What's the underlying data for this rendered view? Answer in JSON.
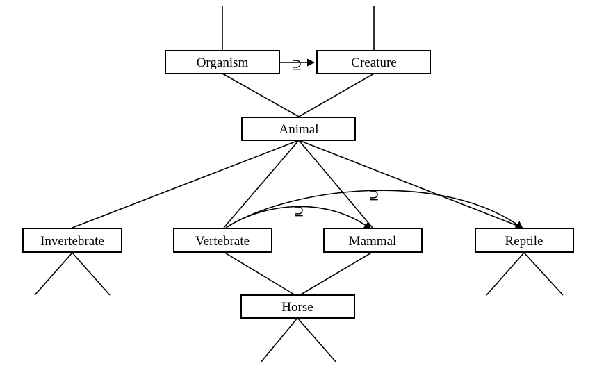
{
  "nodes": {
    "organism": "Organism",
    "creature": "Creature",
    "animal": "Animal",
    "invertebrate": "Invertebrate",
    "vertebrate": "Vertebrate",
    "mammal": "Mammal",
    "reptile": "Reptile",
    "horse": "Horse"
  },
  "relations": {
    "organism_creature": "⊇",
    "vertebrate_mammal": "⊇",
    "vertebrate_reptile": "⊇"
  }
}
